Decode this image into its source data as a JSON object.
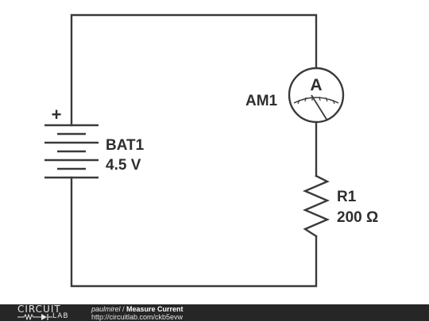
{
  "components": {
    "battery": {
      "designator": "BAT1",
      "value": "4.5 V",
      "polarity": "+"
    },
    "ammeter": {
      "designator": "AM1",
      "symbol": "A"
    },
    "resistor": {
      "designator": "R1",
      "value": "200 Ω"
    }
  },
  "footer": {
    "logo_top": "CIRCUIT",
    "logo_bottom": "LAB",
    "author": "paulmirel",
    "separator": " / ",
    "title": "Measure Current",
    "url": "http://circuitlab.com/ckb5evw"
  },
  "colors": {
    "wire": "#3a3a3a",
    "footer_bg": "#262626"
  }
}
